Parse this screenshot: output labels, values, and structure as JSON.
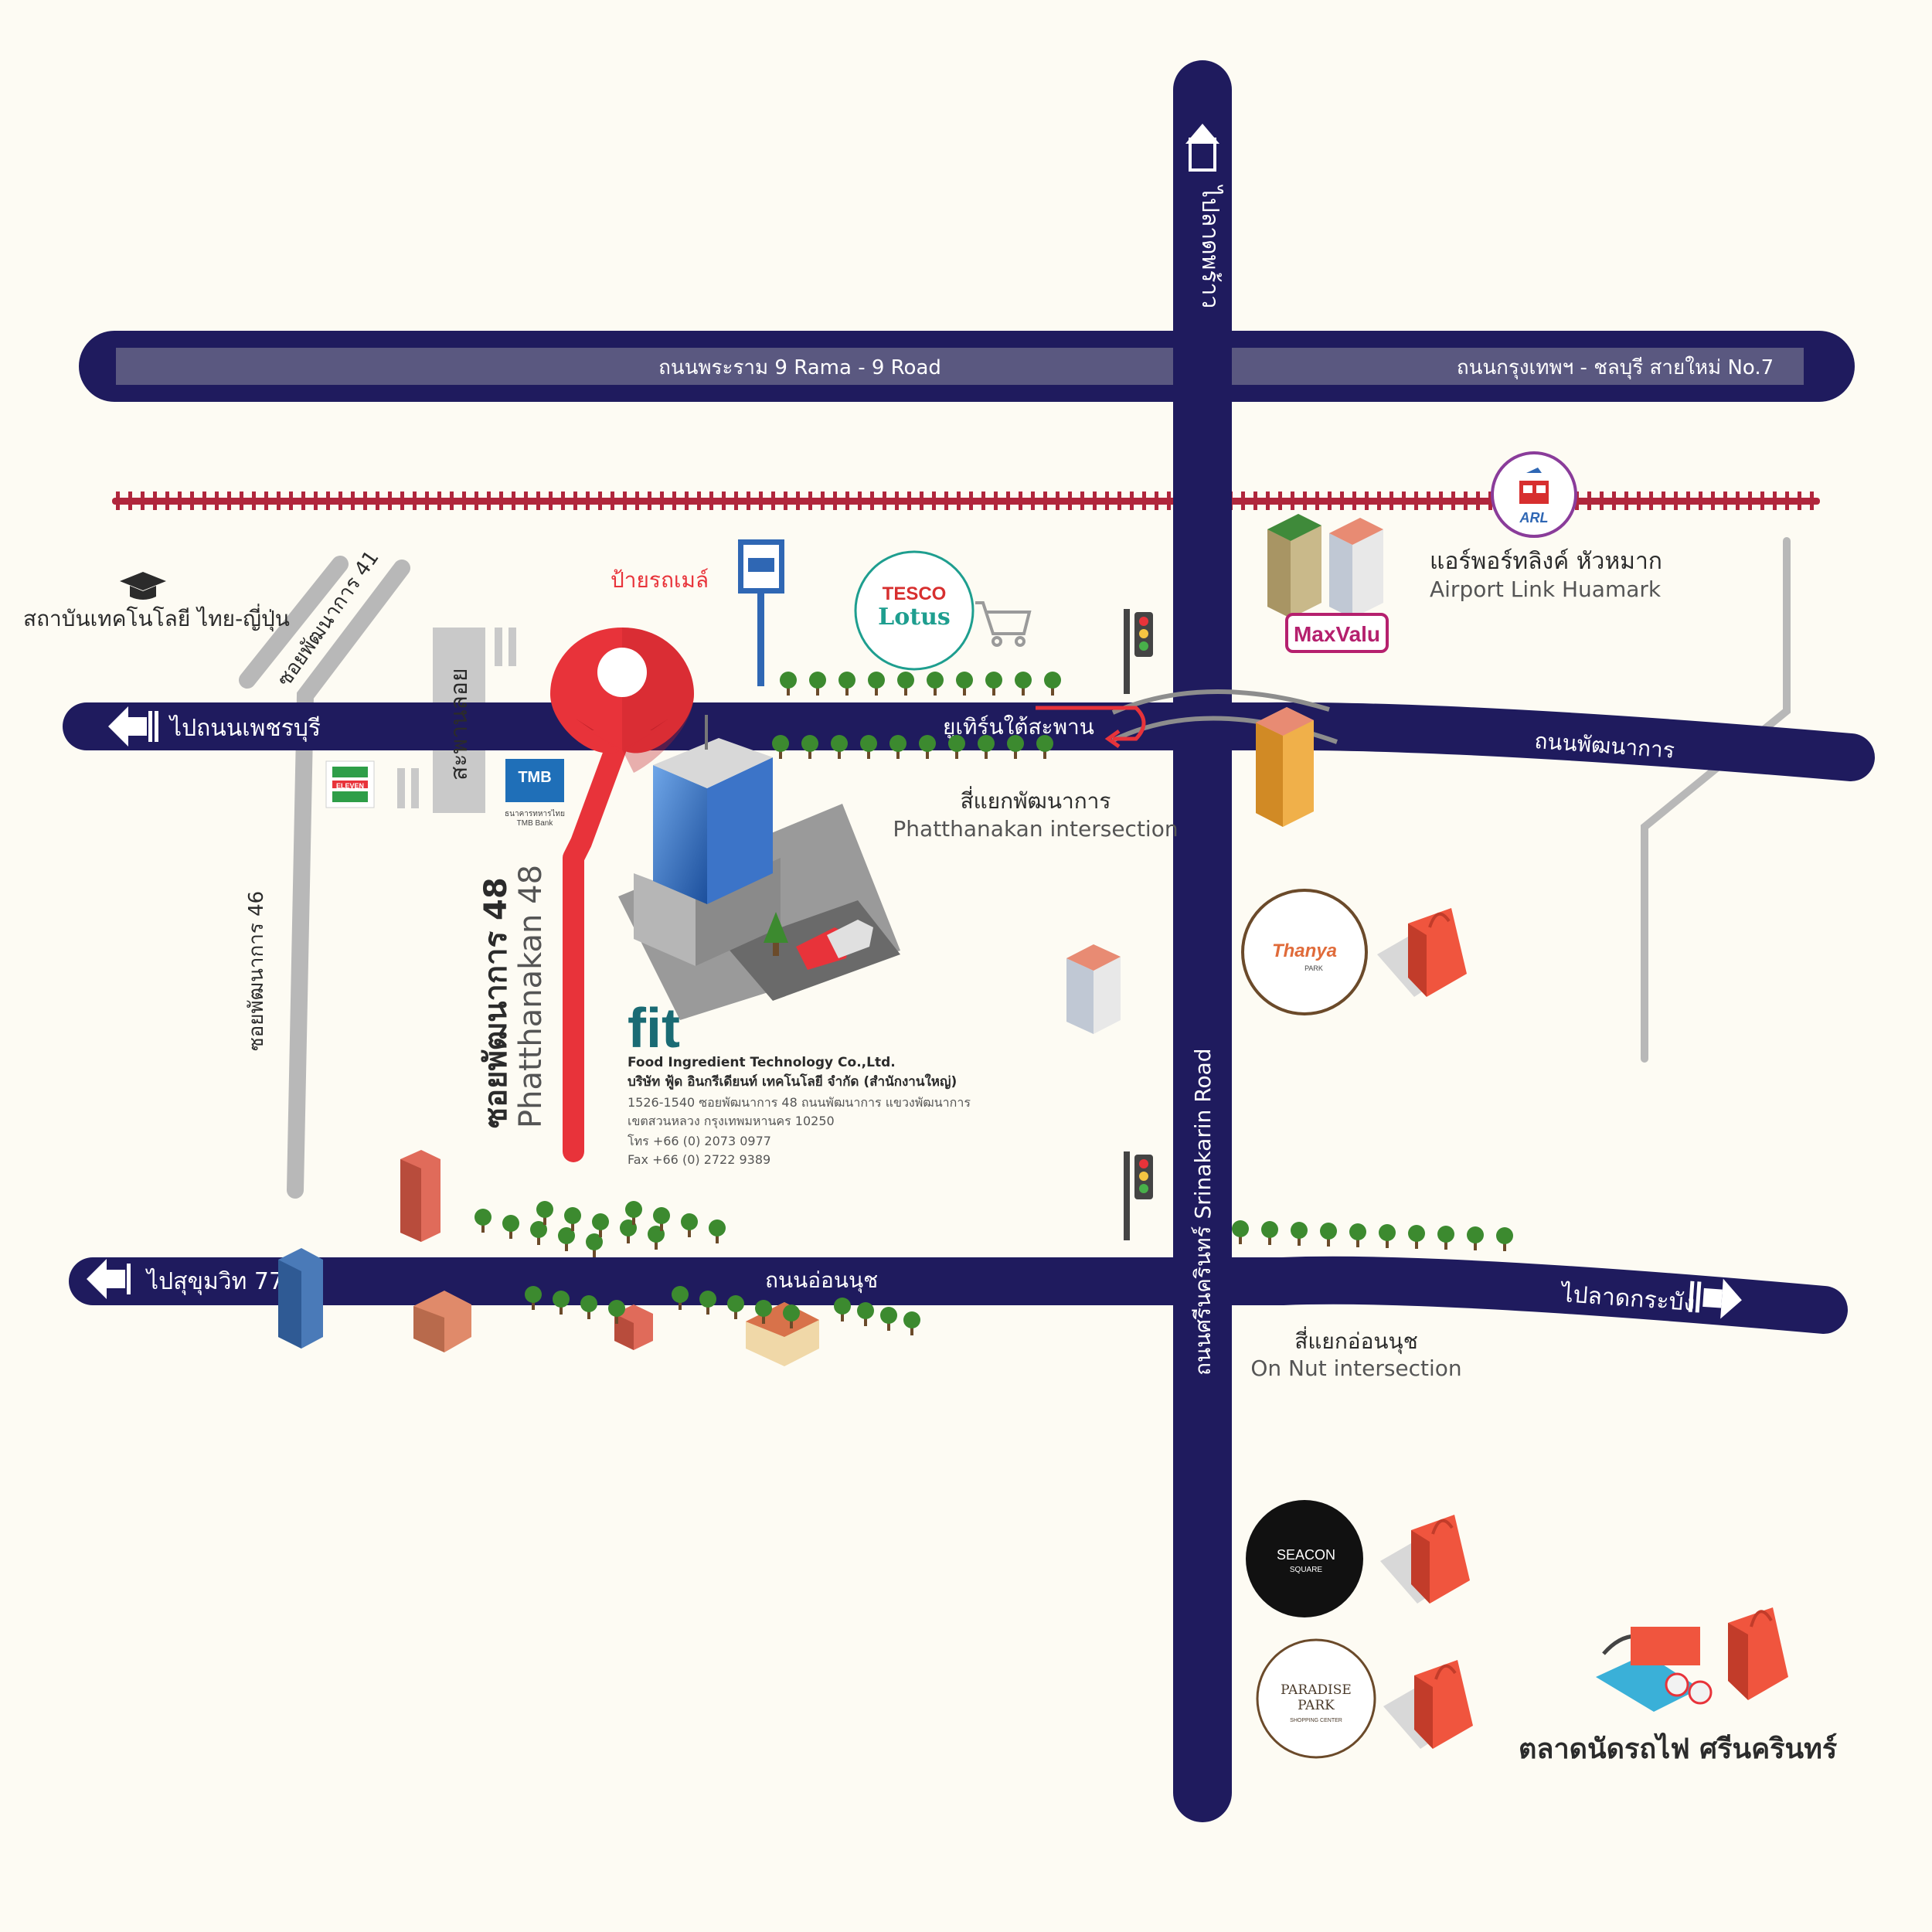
{
  "colors": {
    "background": "#fdfbf3",
    "road": "#1f1b5e",
    "rama9_inner": "#5a5880",
    "pin": "#e8333a",
    "rail": "#b0263c",
    "soi": "#b8b8b8",
    "tree": "#3c8a2f"
  },
  "roads": {
    "north_sign": "ไปลาดพร้าว",
    "rama9_th": "ถนนพระราม 9  Rama - 9 Road",
    "motorway_no7": "ถนนกรุงเทพฯ - ชลบุรี สายใหม่ No.7",
    "to_phetchaburi": "ไปถนนเพชรบุรี",
    "phatthanakan_road": "ถนนพัฒนาการ",
    "u_turn": "ยูเทิร์นใต้สะพาน",
    "to_sukhumvit": "ไปสุขุมวิท 77",
    "on_nut_road": "ถนนอ่อนนุช",
    "to_lat_krabang": "ไปลาดกระบัง",
    "srinakarin": "ถนนศรีนครินทร์  Srinakarin Road",
    "soi_41": "ซอยพัฒนาการ 41",
    "soi_46": "ซอยพัฒนาการ 46",
    "overpass": "สะพานลอย",
    "soi_48_th": "ซอยพัฒนาการ 48",
    "soi_48_en": "Phatthanakan 48"
  },
  "places": {
    "institute": "สถาบันเทคโนโลยี ไทย-ญี่ปุ่น",
    "bus_stop": "ป้ายรถเมล์",
    "tesco_1": "TESCO",
    "tesco_2": "Lotus",
    "maxvalu": "MaxValu",
    "arl_th": "แอร์พอร์ทลิงค์ หัวหมาก",
    "arl_en": "Airport Link Huamark",
    "arl_logo": "ARL",
    "seven_eleven": "ELEVEN",
    "tmb": "TMB",
    "tmb_sub1": "ธนาคารทหารไทย",
    "tmb_sub2": "TMB Bank",
    "phatthanakan_int_th": "สี่แยกพัฒนาการ",
    "phatthanakan_int_en": "Phatthanakan intersection",
    "thanya": "Thanya",
    "thanya_sub": "PARK",
    "on_nut_int_th": "สี่แยกอ่อนนุช",
    "on_nut_int_en": "On Nut intersection",
    "seacon_1": "SEACON",
    "seacon_2": "SQUARE",
    "paradise_1": "PARADISE",
    "paradise_2": "PARK",
    "paradise_3": "SHOPPING CENTER",
    "train_market": "ตลาดนัดรถไฟ ศรีนครินทร์"
  },
  "company": {
    "logo": "fit",
    "name_en": "Food Ingredient Technology Co.,Ltd.",
    "name_th": "บริษัท ฟู้ด อินกรีเดียนท์ เทคโนโลยี จำกัด (สำนักงานใหญ่)",
    "address_1": "1526-1540 ซอยพัฒนาการ 48 ถนนพัฒนาการ แขวงพัฒนาการ",
    "address_2": "เขตสวนหลวง กรุงเทพมหานคร 10250",
    "tel": "โทร +66 (0) 2073 0977",
    "fax": "Fax +66 (0) 2722 9389"
  }
}
